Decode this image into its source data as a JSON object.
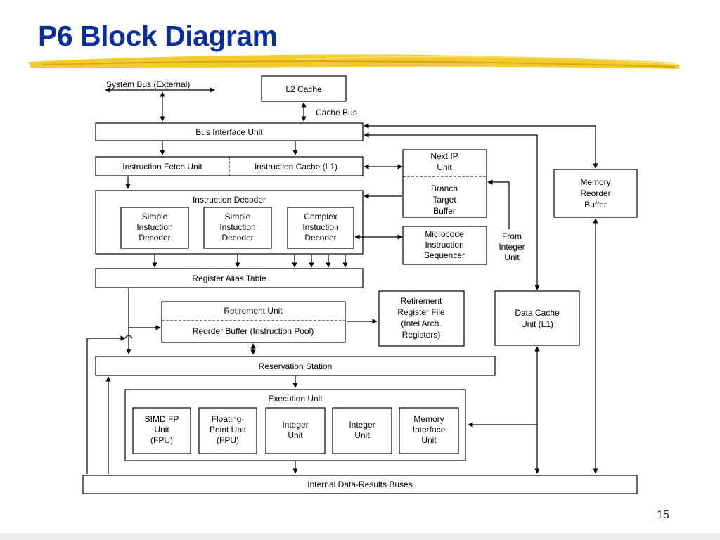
{
  "slide": {
    "title": "P6 Block Diagram",
    "page_number": "15"
  },
  "diagram": {
    "system_bus": "System Bus (External)",
    "l2_cache": "L2 Cache",
    "cache_bus": "Cache Bus",
    "bus_interface_unit": "Bus Interface Unit",
    "instruction_fetch_unit": "Instruction Fetch Unit",
    "instruction_cache": "Instruction Cache (L1)",
    "next_ip_unit": [
      "Next IP",
      "Unit"
    ],
    "branch_target_buffer": [
      "Branch",
      "Target",
      "Buffer"
    ],
    "memory_reorder_buffer": [
      "Memory",
      "Reorder",
      "Buffer"
    ],
    "instruction_decoder": "Instruction Decoder",
    "simple_decoder_1": [
      "Simple",
      "Instuction",
      "Decoder"
    ],
    "simple_decoder_2": [
      "Simple",
      "Instuction",
      "Decoder"
    ],
    "complex_decoder": [
      "Complex",
      "Instuction",
      "Decoder"
    ],
    "microcode_sequencer": [
      "Microcode",
      "Instruction",
      "Sequencer"
    ],
    "from_integer_unit": [
      "From",
      "Integer",
      "Unit"
    ],
    "register_alias_table": "Register Alias Table",
    "retirement_unit": "Retirement Unit",
    "reorder_buffer": "Reorder Buffer (Instruction Pool)",
    "retirement_register_file": [
      "Retirement",
      "Register File",
      "(Intel Arch.",
      "Registers)"
    ],
    "data_cache_unit": [
      "Data Cache",
      "Unit (L1)"
    ],
    "reservation_station": "Reservation Station",
    "execution_unit": "Execution Unit",
    "simd_fp_unit": [
      "SIMD FP",
      "Unit",
      "(FPU)"
    ],
    "floating_point_unit": [
      "Floating-",
      "Point Unit",
      "(FPU)"
    ],
    "integer_unit_1": [
      "Integer",
      "Unit"
    ],
    "integer_unit_2": [
      "Integer",
      "Unit"
    ],
    "memory_interface_unit": [
      "Memory",
      "Interface",
      "Unit"
    ],
    "internal_buses": "Internal Data-Results Buses"
  }
}
